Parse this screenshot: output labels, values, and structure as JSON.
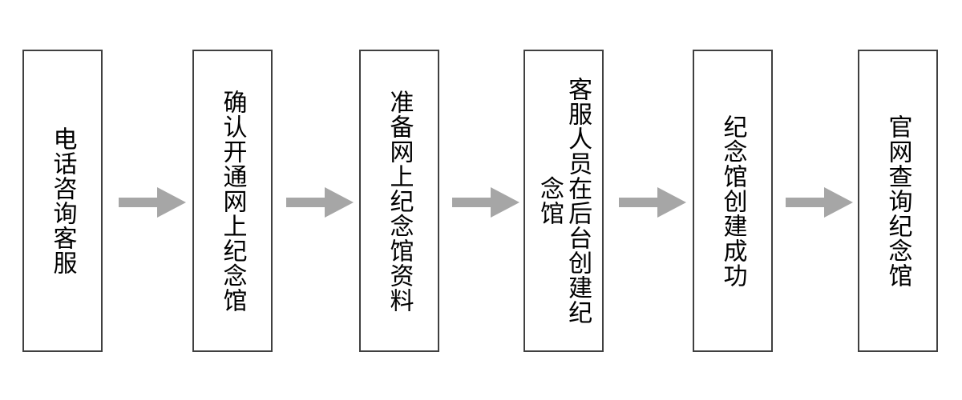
{
  "diagram": {
    "type": "process-flow",
    "orientation": "left-to-right",
    "text_direction": "vertical-rl",
    "background_color": "#ffffff",
    "node_border_color": "#404040",
    "node_fill_color": "#ffffff",
    "node_text_color": "#000000",
    "arrow_color": "#a6a6a6",
    "steps": [
      {
        "index": 1,
        "label": "电话咨询客服",
        "name": "phone-consult-customer-service"
      },
      {
        "index": 2,
        "label": "确认开通网上纪念馆",
        "name": "confirm-open-online-memorial-hall"
      },
      {
        "index": 3,
        "label": "准备网上纪念馆资料",
        "name": "prepare-online-memorial-hall-materials"
      },
      {
        "index": 4,
        "label": "客服人员在后台创建纪念馆",
        "name": "staff-creates-memorial-hall-in-backend"
      },
      {
        "index": 5,
        "label": "纪念馆创建成功",
        "name": "memorial-hall-created-successfully"
      },
      {
        "index": 6,
        "label": "官网查询纪念馆",
        "name": "query-memorial-hall-on-official-site"
      }
    ],
    "connectors": [
      {
        "index": 1,
        "from": 1,
        "to": 2,
        "icon": "right-arrow-icon"
      },
      {
        "index": 2,
        "from": 2,
        "to": 3,
        "icon": "right-arrow-icon"
      },
      {
        "index": 3,
        "from": 3,
        "to": 4,
        "icon": "right-arrow-icon"
      },
      {
        "index": 4,
        "from": 4,
        "to": 5,
        "icon": "right-arrow-icon"
      },
      {
        "index": 5,
        "from": 5,
        "to": 6,
        "icon": "right-arrow-icon"
      }
    ]
  }
}
